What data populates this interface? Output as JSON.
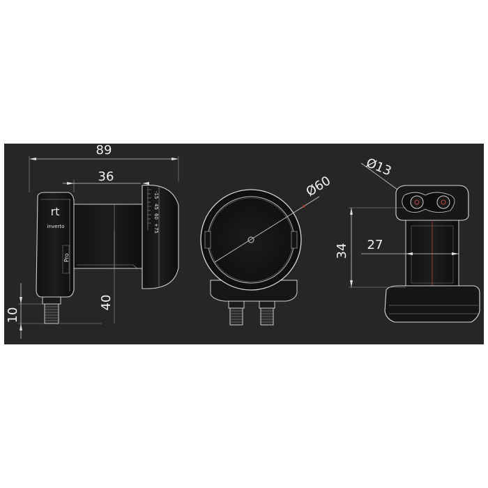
{
  "dimensions": {
    "overall_length": "89",
    "arm_length": "36",
    "connector_height": "10",
    "body_height": "40",
    "feed_diameter": "Ø60",
    "port_diameter": "Ø13",
    "height_34": "34",
    "width_27": "27"
  },
  "markings": {
    "brand": "inverto",
    "model": "Pro",
    "skew_scale": [
      "-15",
      "45",
      "60",
      "+75"
    ]
  },
  "colors": {
    "background": "#262626",
    "lines": "#d8d8d8",
    "centerline": "#a63a3a"
  }
}
